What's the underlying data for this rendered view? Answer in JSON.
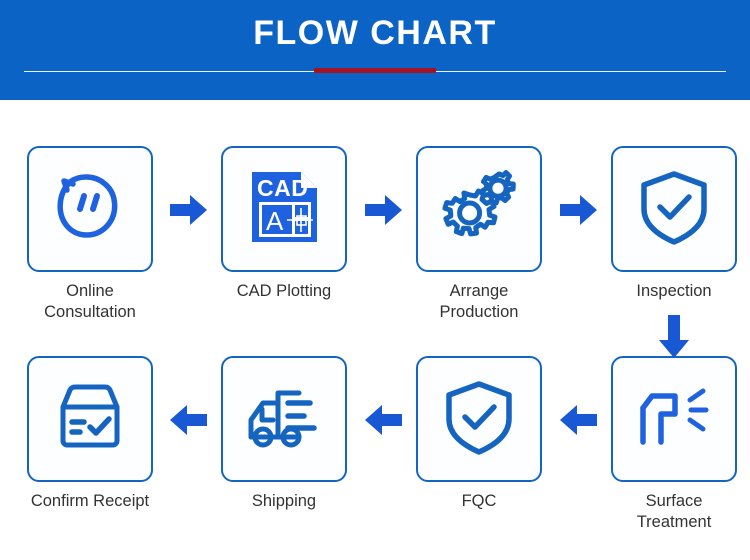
{
  "header": {
    "title": "FLOW CHART",
    "rule_color": "#e9f0fa",
    "accent_color": "#a51221",
    "background_color": "#0b63c5"
  },
  "theme": {
    "primary_blue": "#1565c0",
    "icon_blue": "#1565c0",
    "fill_blue": "#1f62e0",
    "arrow_blue": "#1958d4",
    "box_border": "#1565c0",
    "label_color": "#333333"
  },
  "flow": {
    "row1": [
      {
        "id": "online-consultation",
        "label": "Online\nConsultation",
        "icon": "chat-bubble-icon"
      },
      {
        "id": "cad-plotting",
        "label": "CAD Plotting",
        "icon": "cad-document-icon",
        "icon_text": "CAD",
        "icon_letter": "A"
      },
      {
        "id": "arrange-production",
        "label": "Arrange\nProduction",
        "icon": "gears-icon"
      },
      {
        "id": "inspection",
        "label": "Inspection",
        "icon": "shield-check-icon"
      }
    ],
    "row2": [
      {
        "id": "confirm-receipt",
        "label": "Confirm Receipt",
        "icon": "package-check-icon"
      },
      {
        "id": "shipping",
        "label": "Shipping",
        "icon": "delivery-truck-icon"
      },
      {
        "id": "fqc",
        "label": "FQC",
        "icon": "shield-check-icon"
      },
      {
        "id": "surface-treatment",
        "label": "Surface\nTreatment",
        "icon": "spray-gun-icon"
      }
    ],
    "connectors": [
      {
        "id": "arrow-online-to-cad",
        "direction": "right"
      },
      {
        "id": "arrow-cad-to-production",
        "direction": "right"
      },
      {
        "id": "arrow-production-to-inspection",
        "direction": "right"
      },
      {
        "id": "arrow-inspection-to-surface",
        "direction": "down"
      },
      {
        "id": "arrow-surface-to-fqc",
        "direction": "left"
      },
      {
        "id": "arrow-fqc-to-shipping",
        "direction": "left"
      },
      {
        "id": "arrow-shipping-to-confirm",
        "direction": "left"
      }
    ]
  }
}
